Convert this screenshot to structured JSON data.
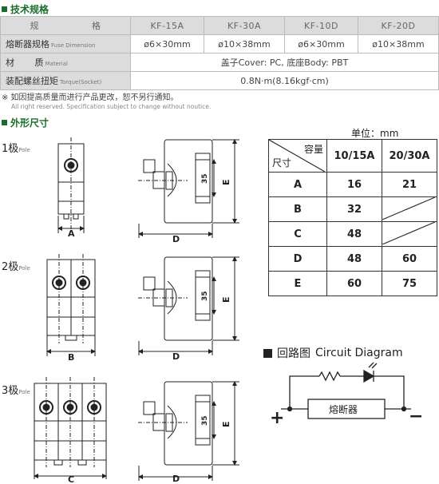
{
  "sections": {
    "spec_title": "技术规格",
    "outline_title": "外形尺寸"
  },
  "spec_table": {
    "header": {
      "label_left": "规",
      "label_right": "格",
      "models": [
        "KF-15A",
        "KF-30A",
        "KF-10D",
        "KF-20D"
      ]
    },
    "fuse_row": {
      "label": "熔断器规格",
      "label_en": "Fuse Dimension",
      "values": [
        "ø6×30mm",
        "ø10×38mm",
        "ø6×30mm",
        "ø10×38mm"
      ]
    },
    "material_row": {
      "label_left": "材",
      "label_right": "质",
      "label_en": "Material",
      "value": "盖子Cover: PC, 底座Body: PBT"
    },
    "torque_row": {
      "label": "装配螺丝扭矩",
      "label_en": "Torque(Socket)",
      "value": "0.8N·m(8.16kgf·cm)"
    }
  },
  "note": {
    "cn": "※ 如因提高质量而进行产品更改，恕不另行通知。",
    "en": "All right reserved. Specification subject to change without noutice."
  },
  "poles": [
    {
      "label": "1极",
      "label_en": "Pole",
      "width_letter": "A"
    },
    {
      "label": "2极",
      "label_en": "Pole",
      "width_letter": "B"
    },
    {
      "label": "3极",
      "label_en": "Pole",
      "width_letter": "C"
    }
  ],
  "side_view": {
    "depth_letter": "D",
    "height_letter": "E",
    "inner_dim": "35"
  },
  "dim_table": {
    "unit": "单位：mm",
    "corner_top": "容量",
    "corner_bottom": "尺寸",
    "columns": [
      "10/15A",
      "20/30A"
    ],
    "rows": [
      {
        "name": "A",
        "values": [
          "16",
          "21"
        ]
      },
      {
        "name": "B",
        "values": [
          "32",
          ""
        ]
      },
      {
        "name": "C",
        "values": [
          "48",
          ""
        ]
      },
      {
        "name": "D",
        "values": [
          "48",
          "60"
        ]
      },
      {
        "name": "E",
        "values": [
          "60",
          "75"
        ]
      }
    ]
  },
  "circuit": {
    "title": "回路图",
    "title_en": "Circuit Diagram",
    "fuse_label": "熔断器",
    "plus": "+",
    "minus": "−"
  }
}
